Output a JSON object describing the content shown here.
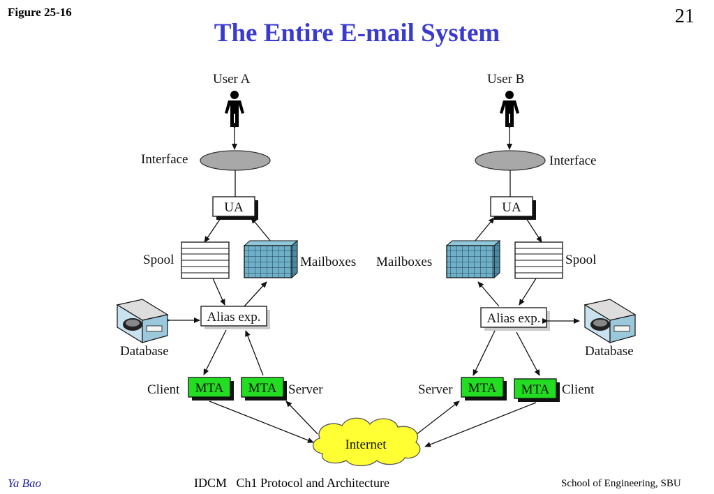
{
  "figure_label": "Figure 25-16",
  "slide_number": "21",
  "title": "The Entire E-mail System",
  "diagram": {
    "left": {
      "user": "User A",
      "interface": "Interface",
      "ua": "UA",
      "spool": "Spool",
      "mailboxes": "Mailboxes",
      "alias": "Alias exp.",
      "database": "Database",
      "client_label": "Client",
      "server_label": "Server",
      "mta_client": "MTA",
      "mta_server": "MTA"
    },
    "right": {
      "user": "User B",
      "interface": "Interface",
      "ua": "UA",
      "spool": "Spool",
      "mailboxes": "Mailboxes",
      "alias": "Alias exp.",
      "database": "Database",
      "client_label": "Client",
      "server_label": "Server",
      "mta_client": "MTA",
      "mta_server": "MTA"
    },
    "internet": "Internet",
    "colors": {
      "mta": "#22dd22",
      "mailbox": "#6fb0c8",
      "interface": "#a8a8a8",
      "internet": "#ffff33",
      "title": "#3a3ad0"
    }
  },
  "footer": {
    "author": "Ya Bao",
    "course": "IDCM   Ch1 Protocol and Architecture",
    "school": "School of Engineering, SBU"
  }
}
